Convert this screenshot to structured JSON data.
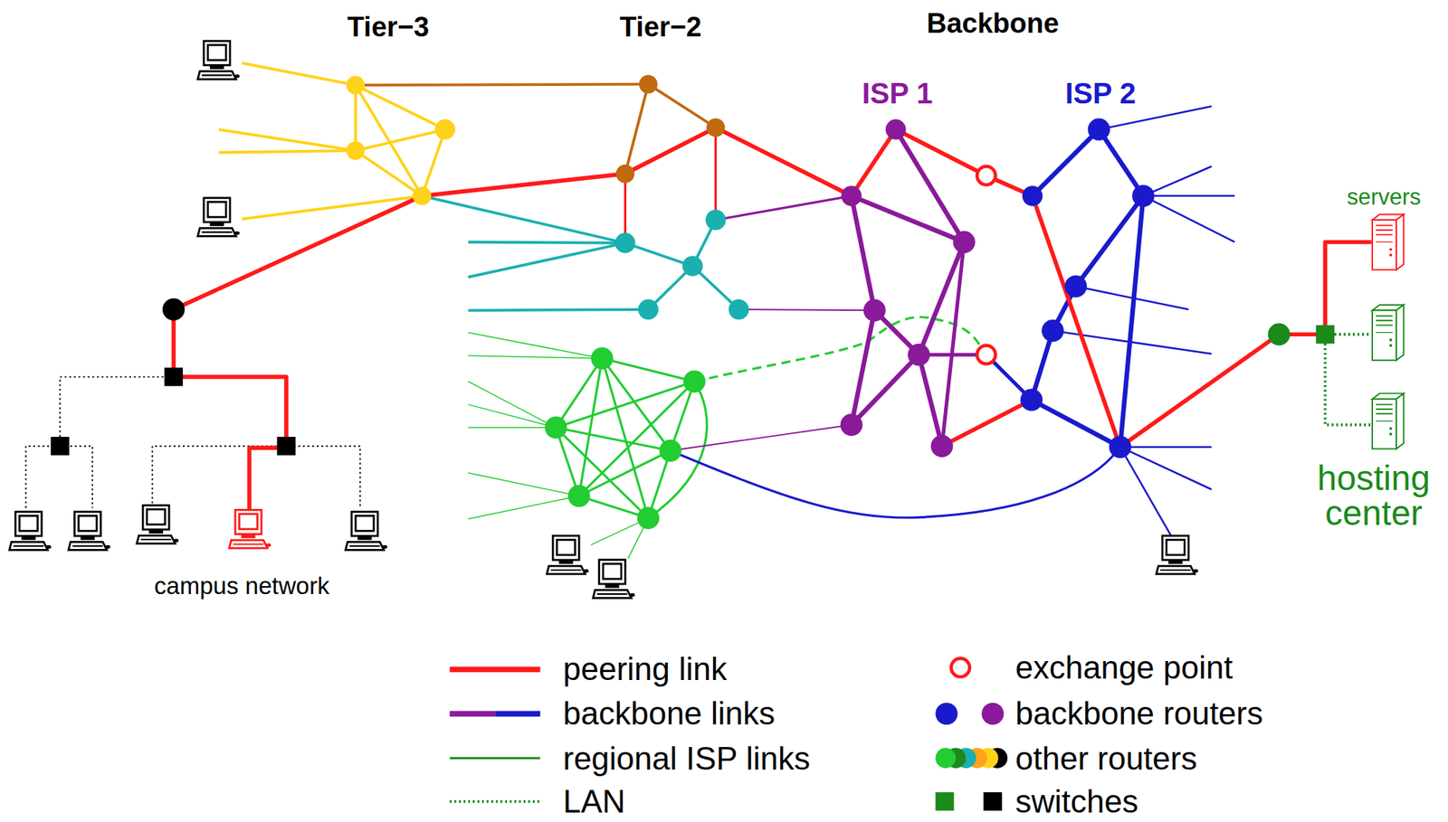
{
  "diagram": {
    "labels": [
      "Tier−3",
      "Tier−2",
      "Backbone",
      "ISP 1",
      "ISP 2",
      "servers",
      "hosting center",
      "campus network"
    ],
    "legend": [
      {
        "text": "peering link"
      },
      {
        "text": "backbone links"
      },
      {
        "text": "regional ISP links"
      },
      {
        "text": "LAN"
      },
      {
        "text": "exchange point"
      },
      {
        "text": "backbone routers"
      },
      {
        "text": "other routers"
      },
      {
        "text": "switches"
      }
    ]
  }
}
